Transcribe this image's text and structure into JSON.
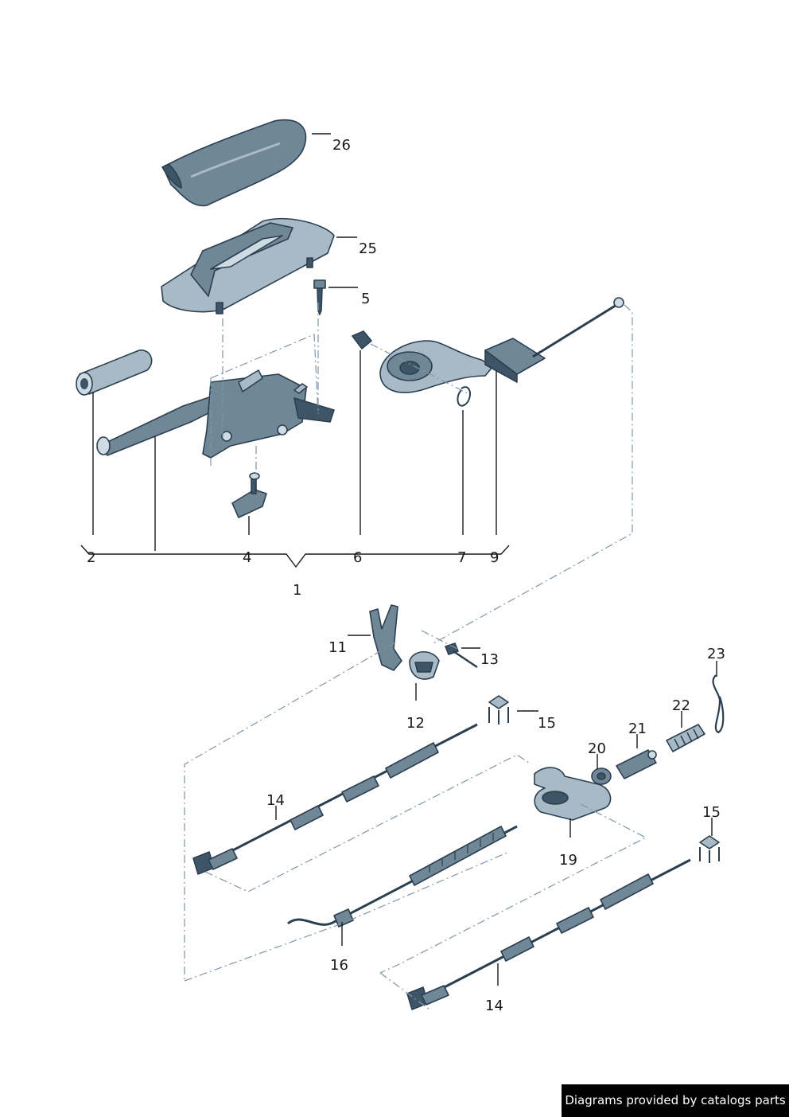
{
  "callouts": {
    "c26": "26",
    "c25": "25",
    "c5": "5",
    "c2": "2",
    "c4": "4",
    "c6": "6",
    "c7": "7",
    "c9": "9",
    "c1": "1",
    "c11": "11",
    "c12": "12",
    "c13": "13",
    "c15a": "15",
    "c23": "23",
    "c22": "22",
    "c21": "21",
    "c20": "20",
    "c14a": "14",
    "c19": "19",
    "c15b": "15",
    "c16": "16",
    "c14b": "14"
  },
  "credit": "Diagrams provided by catalogs parts",
  "colors": {
    "part_fill": "#6f8797",
    "part_outline": "#2c3f50",
    "dash_line": "#7f95a8",
    "credit_bg": "#000000"
  }
}
